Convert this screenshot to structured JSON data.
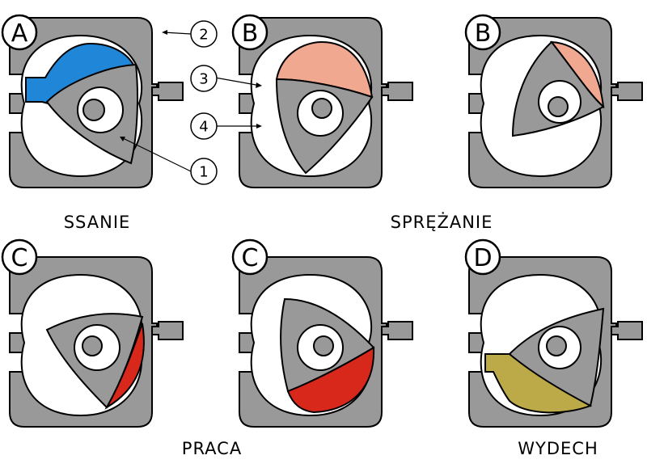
{
  "colors": {
    "housing": "#999999",
    "intake": "#1f86d8",
    "compression": "#f0a890",
    "combustion": "#d8281c",
    "exhaust": "#bcaa48"
  },
  "panels": [
    {
      "badge": "A",
      "state": "intake"
    },
    {
      "badge": "B",
      "state": "compression-start"
    },
    {
      "badge": "B",
      "state": "compression-end"
    },
    {
      "badge": "C",
      "state": "power-start"
    },
    {
      "badge": "C",
      "state": "power-end"
    },
    {
      "badge": "D",
      "state": "exhaust"
    }
  ],
  "captions": {
    "intake": "SSANIE",
    "compression": "SPRĘŻANIE",
    "power": "PRACA",
    "exhaust": "WYDECH"
  },
  "callouts": [
    "1",
    "2",
    "3",
    "4"
  ]
}
